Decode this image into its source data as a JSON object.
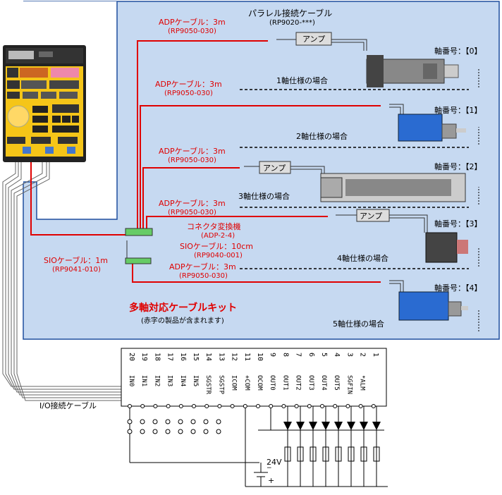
{
  "header": {
    "parallel_cable": "パラレル接続ケーブル",
    "parallel_code": "(RP9020-***)"
  },
  "axes": [
    {
      "spec": "1軸仕様の場合",
      "axis_label": "軸番号：【0】",
      "cable": "ADPケーブル：3m",
      "code": "(RP9050-030)",
      "amp": "アンプ"
    },
    {
      "spec": "2軸仕様の場合",
      "axis_label": "軸番号：【1】",
      "cable": "ADPケーブル：3m",
      "code": "(RP9050-030)"
    },
    {
      "spec": "3軸仕様の場合",
      "axis_label": "軸番号：【2】",
      "cable": "ADPケーブル：3m",
      "code": "(RP9050-030)",
      "amp": "アンプ"
    },
    {
      "spec": "4軸仕様の場合",
      "axis_label": "軸番号：【3】",
      "cable": "ADPケーブル：3m",
      "code": "(RP9050-030)",
      "amp": "アンプ"
    },
    {
      "spec": "5軸仕様の場合",
      "axis_label": "軸番号：【4】",
      "cable": "ADPケーブル：3m",
      "code": "(RP9050-030)"
    }
  ],
  "connector": {
    "label": "コネクタ変換機",
    "code": "(ADP-2-4)"
  },
  "sio10": {
    "label": "SIOケーブル：10cm",
    "code": "(RP9040-001)"
  },
  "sio1": {
    "label": "SIOケーブル：1m",
    "code": "(RP9041-010)"
  },
  "kit": {
    "title": "多軸対応ケーブルキット",
    "note": "(赤字の製品が含まれます)"
  },
  "io_cable": "I/O接続ケーブル",
  "terminal": {
    "numbers": [
      "20",
      "19",
      "18",
      "17",
      "16",
      "15",
      "14",
      "13",
      "12",
      "11",
      "10",
      "9",
      "8",
      "7",
      "6",
      "5",
      "4",
      "3",
      "2",
      "1"
    ],
    "signals": [
      "IN0",
      "IN1",
      "IN2",
      "IN3",
      "IN4",
      "IN5",
      "SGSTR",
      "SGSTP",
      "ICOM",
      "+COM",
      "OCOM",
      "OUT0",
      "OUT1",
      "OUT2",
      "OUT3",
      "OUT4",
      "OUT5",
      "SGFIN",
      "*ALM",
      ""
    ]
  },
  "voltage": "24V",
  "plus": "+",
  "minus": "−",
  "colors": {
    "panel": "#c6d9f1",
    "cable": "#e00000",
    "device": "#f5c518"
  }
}
